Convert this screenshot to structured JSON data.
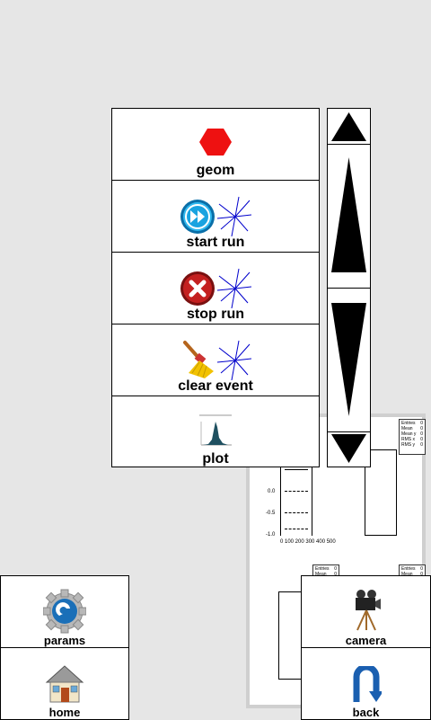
{
  "menu": {
    "items": [
      {
        "label": "geom",
        "icon": "red-hexagon-icon"
      },
      {
        "label": "start run",
        "icon": "fast-forward-tracks-icon"
      },
      {
        "label": "stop run",
        "icon": "stop-tracks-icon"
      },
      {
        "label": "clear event",
        "icon": "broom-tracks-icon"
      },
      {
        "label": "plot",
        "icon": "histogram-icon"
      }
    ]
  },
  "scroller": {
    "up_icon": "triangle-up-icon",
    "down_icon": "triangle-down-icon"
  },
  "buttons": {
    "params": "params",
    "home": "home",
    "camera": "camera",
    "back": "back"
  },
  "background_plot": {
    "y_ticks": [
      "0.0",
      "-0.5",
      "-1.0"
    ],
    "x_ticks": "0  100 200 300 400 500",
    "stats_top": [
      [
        "Entries",
        "0"
      ],
      [
        "Mean",
        "0"
      ],
      [
        "Mean y",
        "0"
      ],
      [
        "RMS x",
        "0"
      ],
      [
        "RMS y",
        "0"
      ]
    ],
    "stats_small": [
      [
        "Entries",
        "0"
      ],
      [
        "Mean",
        "0"
      ]
    ]
  },
  "colors": {
    "hexagon": "#ee1111",
    "start_blue": "#1aa3e0",
    "stop_red": "#b01c1c",
    "track_blue": "#0000cc"
  }
}
